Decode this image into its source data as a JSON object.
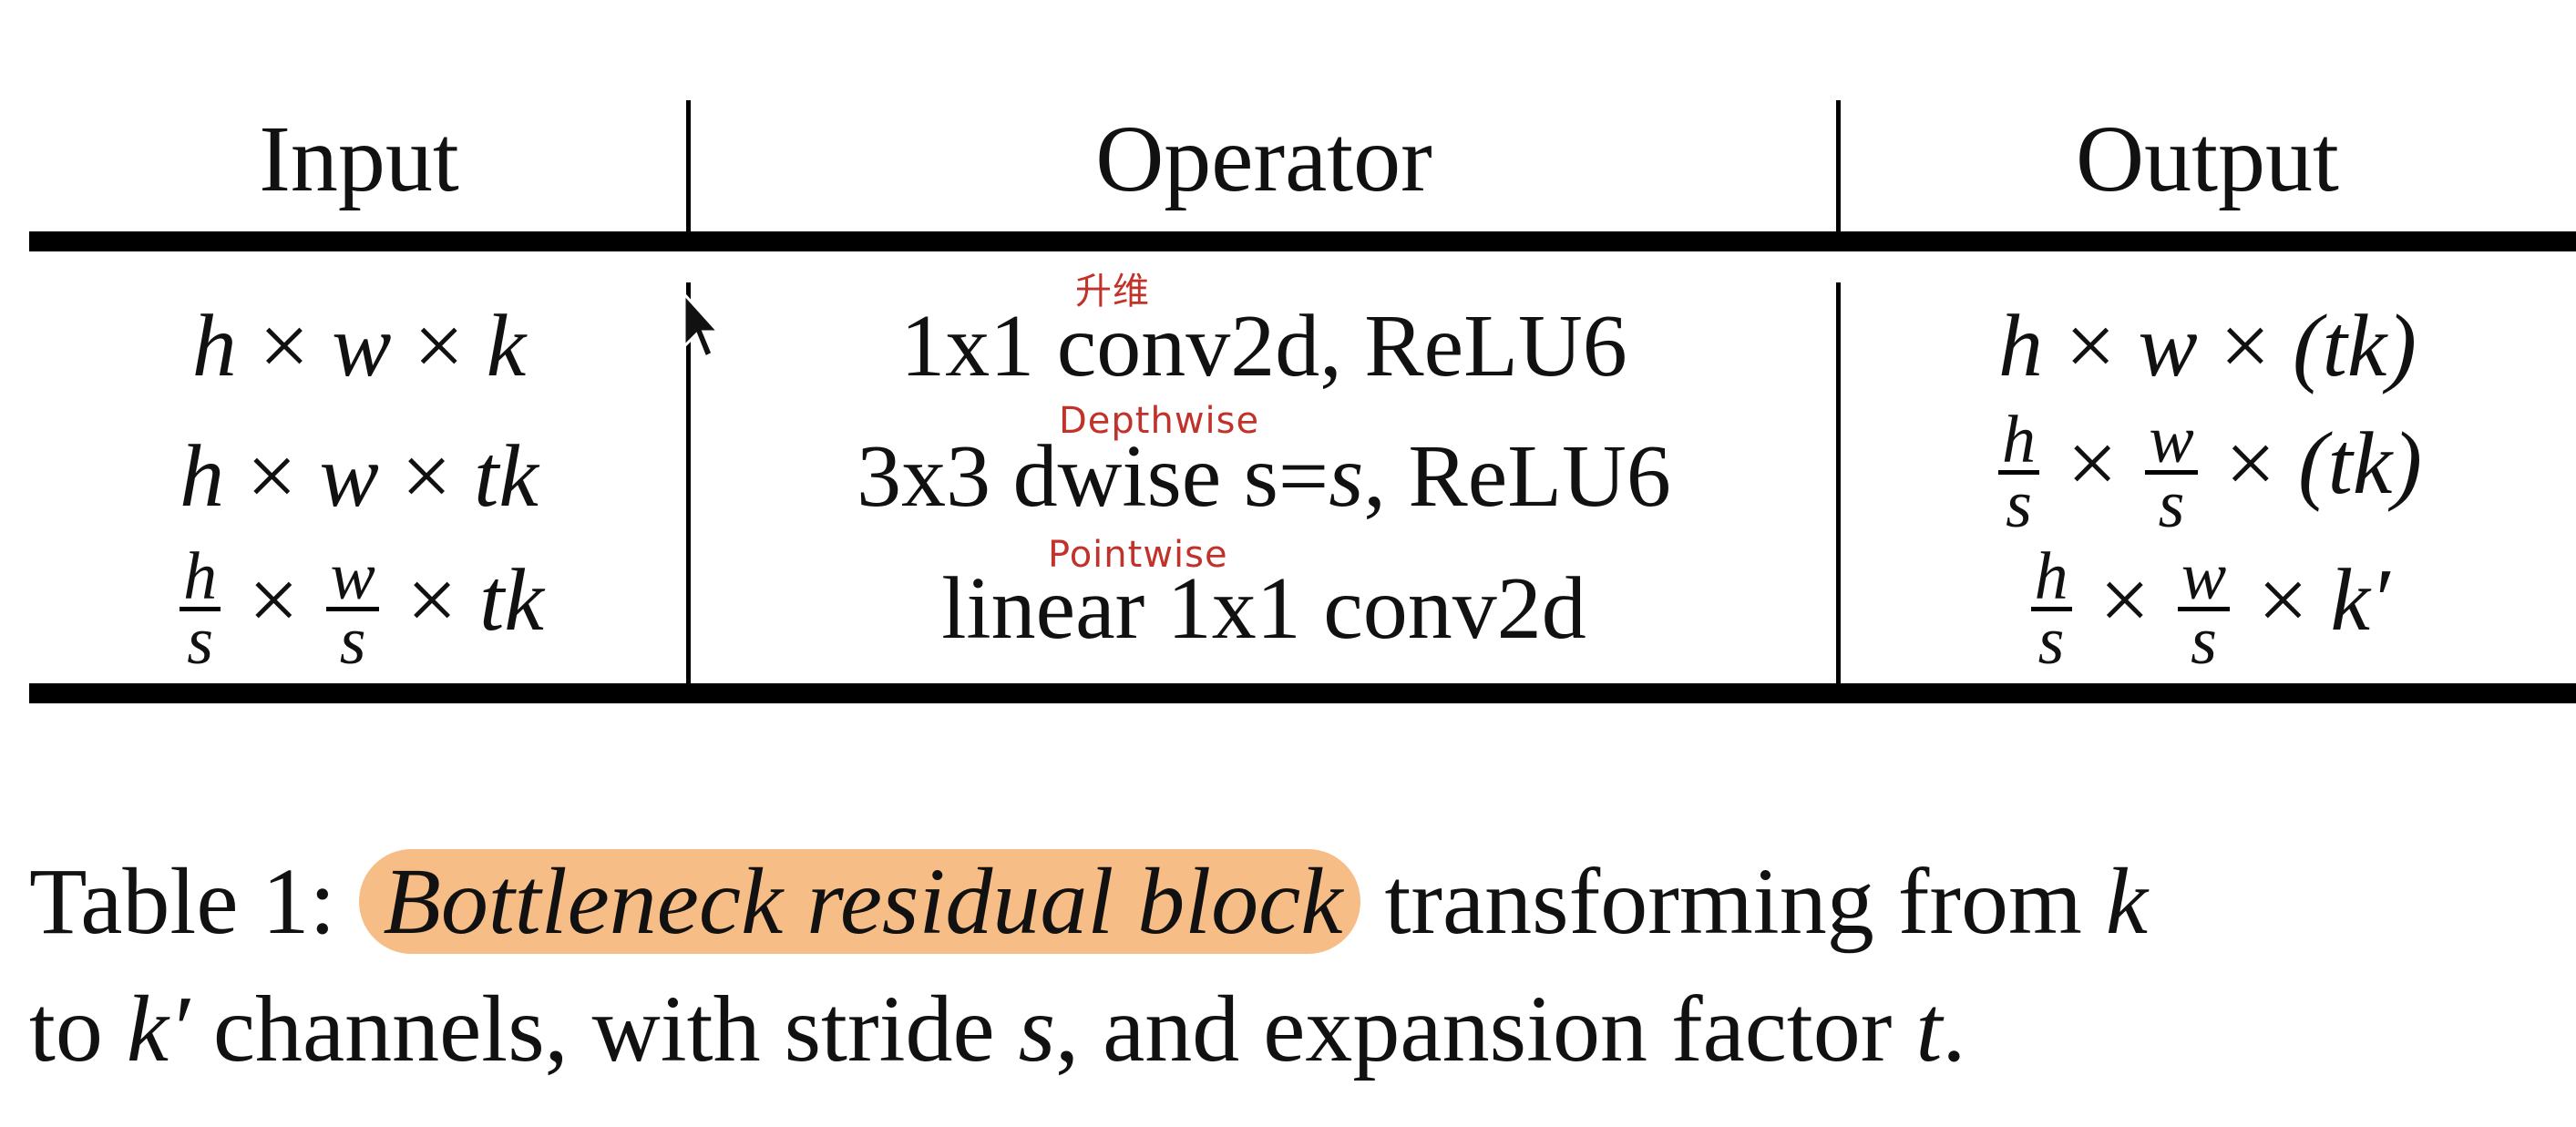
{
  "table": {
    "headers": [
      "Input",
      "Operator",
      "Output"
    ],
    "rows": [
      {
        "input": {
          "a": "h",
          "x1": "×",
          "b": "w",
          "x2": "×",
          "c": "k"
        },
        "operator": {
          "p1": "1x1",
          "p2": "conv2d",
          "p3": ", ReLU6"
        },
        "output": {
          "a": "h",
          "x1": "×",
          "b": "w",
          "x2": "×",
          "c": "(tk)"
        }
      },
      {
        "input": {
          "a": "h",
          "x1": "×",
          "b": "w",
          "x2": "×",
          "c": "tk"
        },
        "operator": {
          "p1": "3x3 dwise",
          "p2": "s=",
          "p3": "s",
          "p4": ", ReLU6"
        },
        "output": {
          "fnum1": "h",
          "fden1": "s",
          "x1": "×",
          "fnum2": "w",
          "fden2": "s",
          "x2": "×",
          "c": "(tk)"
        }
      },
      {
        "input": {
          "fnum1": "h",
          "fden1": "s",
          "x1": "×",
          "fnum2": "w",
          "fden2": "s",
          "x2": "×",
          "c": "tk"
        },
        "operator": {
          "p1": "linear 1x1 conv2d"
        },
        "output": {
          "fnum1": "h",
          "fden1": "s",
          "x1": "×",
          "fnum2": "w",
          "fden2": "s",
          "x2": "×",
          "c": "k′"
        }
      }
    ]
  },
  "annotations": {
    "a1": "升维",
    "a2": "Depthwise",
    "a3": "Pointwise"
  },
  "caption": {
    "label": "Table 1:",
    "highlight": "Bottleneck residual block",
    "rest1": " transforming from ",
    "k": "k",
    "line2_a": "to ",
    "kprime": "k′",
    "line2_b": " channels, with stride ",
    "s": "s",
    "line2_c": ", and expansion factor ",
    "t": "t",
    "line2_d": "."
  },
  "colors": {
    "highlight": "#f6bd86",
    "annotation": "#c0322a"
  }
}
